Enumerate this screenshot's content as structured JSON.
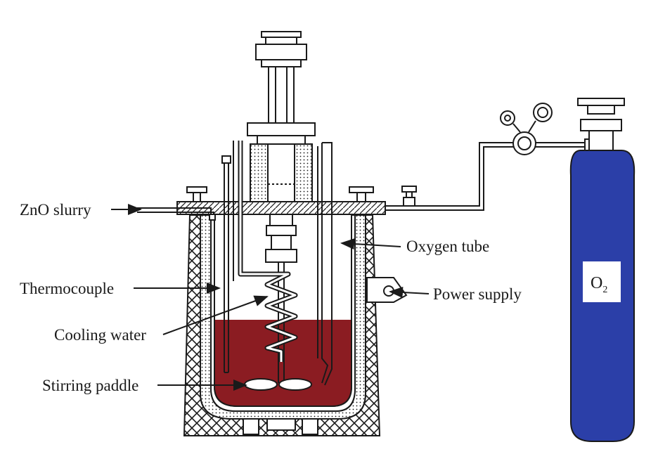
{
  "labels": {
    "zno_slurry": "ZnO slurry",
    "thermocouple": "Thermocouple",
    "cooling_water": "Cooling water",
    "stirring_paddle": "Stirring paddle",
    "oxygen_tube": "Oxygen tube",
    "power_supply": "Power supply"
  },
  "cylinder": {
    "label_main": "O",
    "label_sub": "2"
  },
  "colors": {
    "slurry_liquid": "#8b1c22",
    "oxygen_cylinder": "#2b3fa8",
    "outline": "#1a1a1a"
  },
  "icons": [
    "pressure-gauge-icon",
    "valve-icon",
    "motor-icon",
    "arrow-icon"
  ]
}
